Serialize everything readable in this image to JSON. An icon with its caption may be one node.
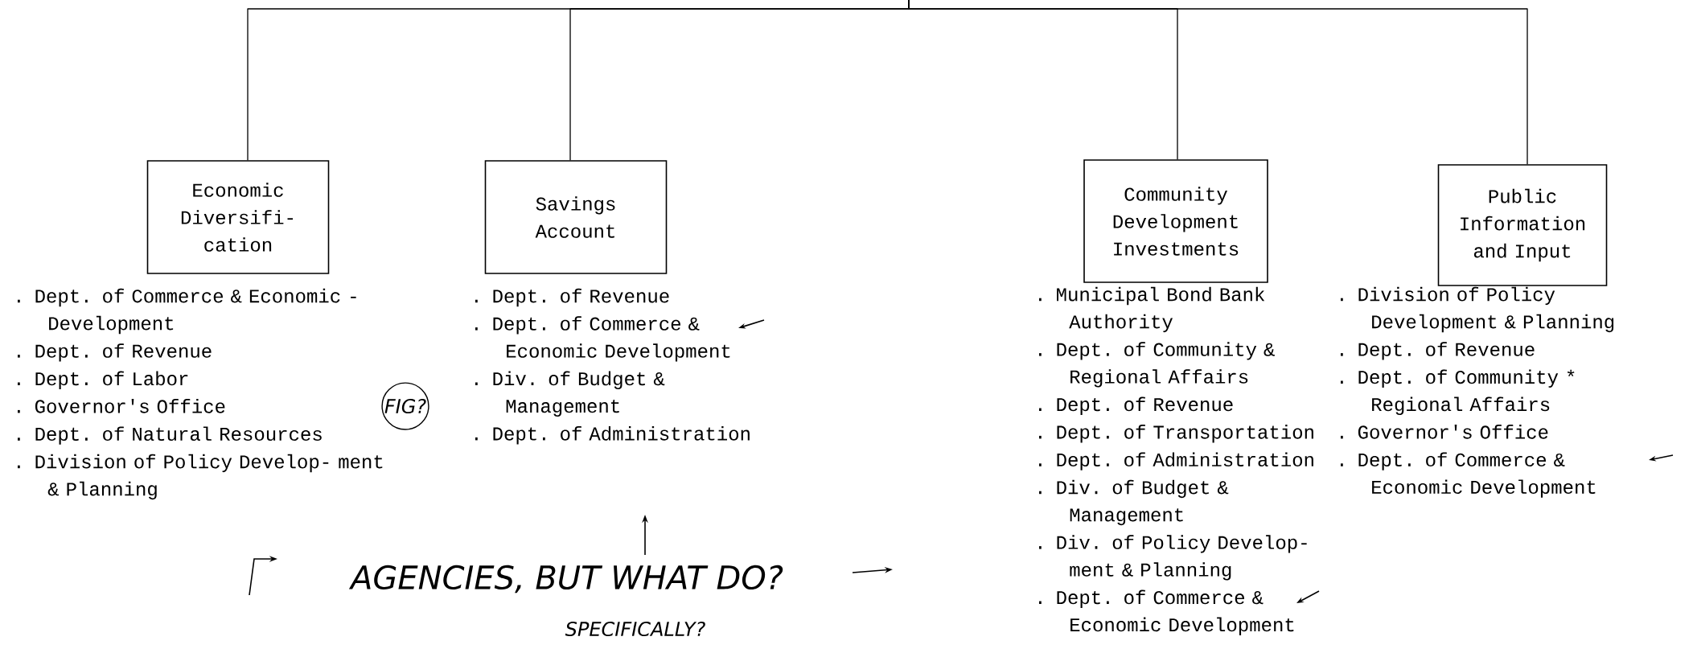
{
  "diagram": {
    "nodes": [
      {
        "text": [
          "Economic Diversifi- cation"
        ],
        "beside": [
          ". Dept. of Commerce & Economic - Development",
          ". Dept. of Revenue",
          ". Dept. of Labor",
          ". Governor's Office",
          ". Dept. of Natural Resources",
          ". Division of Policy Develop- ment & Planning"
        ]
      },
      {
        "text": [
          "Savings Account"
        ],
        "beside": [
          ". Dept. of Revenue",
          ". Dept. of Commerce & Economic Development",
          ". Div. of Budget & Management",
          ". Dept. of Administration"
        ]
      },
      {
        "text": [
          "Community Development Investments"
        ],
        "beside": [
          ". Municipal Bond Bank Authority",
          ". Dept. of Community & Regional Affairs",
          ". Dept. of Revenue",
          ". Dept. of Transportation",
          ". Dept. of Administration",
          ". Div. of Budget & Management",
          ". Div. of Policy Develop- ment & Planning",
          ". Dept. of Commerce & Economic Development"
        ]
      },
      {
        "text": [
          "Public Information and Input"
        ],
        "beside": [
          ". Division of Policy Development & Planning",
          ". Dept. of Revenue",
          ". Dept. of Community * Regional Affairs",
          ". Governor's Office",
          ". Dept. of Commerce & Economic Development"
        ]
      }
    ],
    "edges": [
      {
        "from": null,
        "to": 0,
        "arrow": "none"
      },
      {
        "from": null,
        "to": 1,
        "arrow": "none"
      },
      {
        "from": null,
        "to": 2,
        "arrow": "none"
      },
      {
        "from": null,
        "to": 3,
        "arrow": "none"
      }
    ],
    "labels": [
      "FIG?",
      "AGENCIES, BUT WHAT DO?",
      "SPECIFICALLY?"
    ]
  }
}
